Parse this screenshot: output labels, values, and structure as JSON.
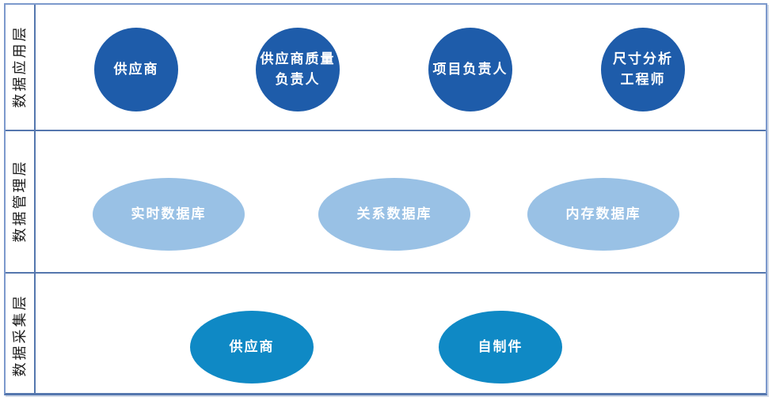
{
  "diagram": {
    "title": "layered data architecture diagram",
    "colors": {
      "application_node": "#1e5caa",
      "management_node": "#99c1e5",
      "collection_node": "#0f89c5",
      "grid_border": "#5577ae",
      "node_text": "#ffffff",
      "layer_label_text": "#1b1b1b"
    },
    "layers": [
      {
        "label": "数据应用层",
        "shapes": [
          {
            "label": "供应商"
          },
          {
            "label": "供应商质量\n负责人"
          },
          {
            "label": "项目负责人"
          },
          {
            "label": "尺寸分析\n工程师"
          }
        ]
      },
      {
        "label": "数据管理层",
        "shapes": [
          {
            "label": "实时数据库"
          },
          {
            "label": "关系数据库"
          },
          {
            "label": "内存数据库"
          }
        ]
      },
      {
        "label": "数据采集层",
        "shapes": [
          {
            "label": "供应商"
          },
          {
            "label": "自制件"
          }
        ]
      }
    ]
  }
}
